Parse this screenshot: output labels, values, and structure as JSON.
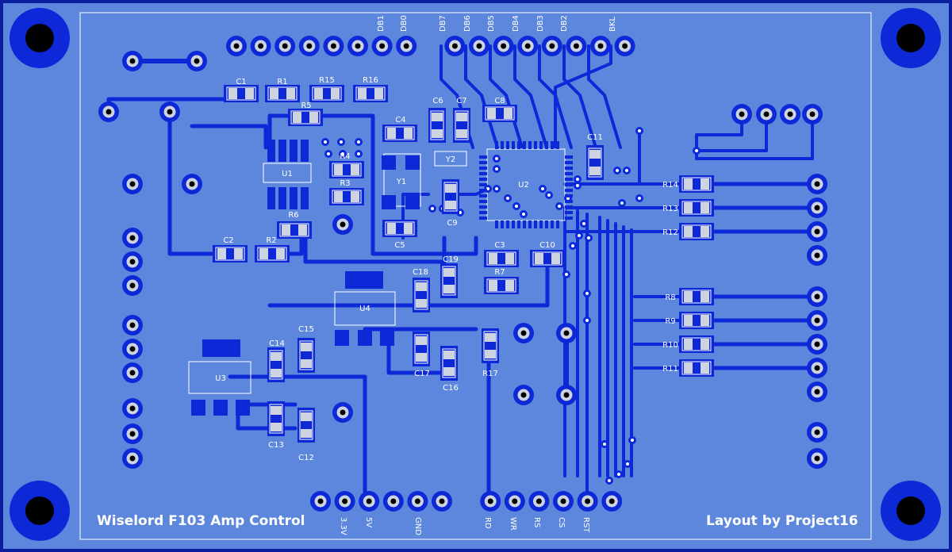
{
  "board": {
    "title_left": "Wiselord F103 Amp Control",
    "title_right": "Layout by Project16",
    "colors": {
      "board_fill": "#5c87dd",
      "board_edge": "#0a1e9e",
      "copper": "#0d28d6",
      "silkscreen": "#ffffff",
      "pad_metal": "#cdd3df",
      "hole": "#000000"
    }
  },
  "top_header_labels": [
    "DB1",
    "DB0",
    "DB7",
    "DB6",
    "DB5",
    "DB4",
    "DB3",
    "DB2",
    "BKL"
  ],
  "bottom_header_labels": [
    "3.3V",
    "5V",
    "GND",
    "RD",
    "WR",
    "RS",
    "CS",
    "RST"
  ],
  "components": {
    "capacitors": [
      "C1",
      "C2",
      "C3",
      "C4",
      "C5",
      "C6",
      "C7",
      "C8",
      "C9",
      "C10",
      "C11",
      "C12",
      "C13",
      "C14",
      "C15",
      "C16",
      "C17",
      "C18",
      "C19"
    ],
    "resistors": [
      "R1",
      "R2",
      "R3",
      "R4",
      "R5",
      "R6",
      "R7",
      "R8",
      "R9",
      "R10",
      "R11",
      "R12",
      "R13",
      "R14",
      "R15",
      "R16",
      "R17"
    ],
    "ics": [
      "U1",
      "U2",
      "U3",
      "U4"
    ],
    "crystals": [
      "Y1",
      "Y2"
    ]
  }
}
